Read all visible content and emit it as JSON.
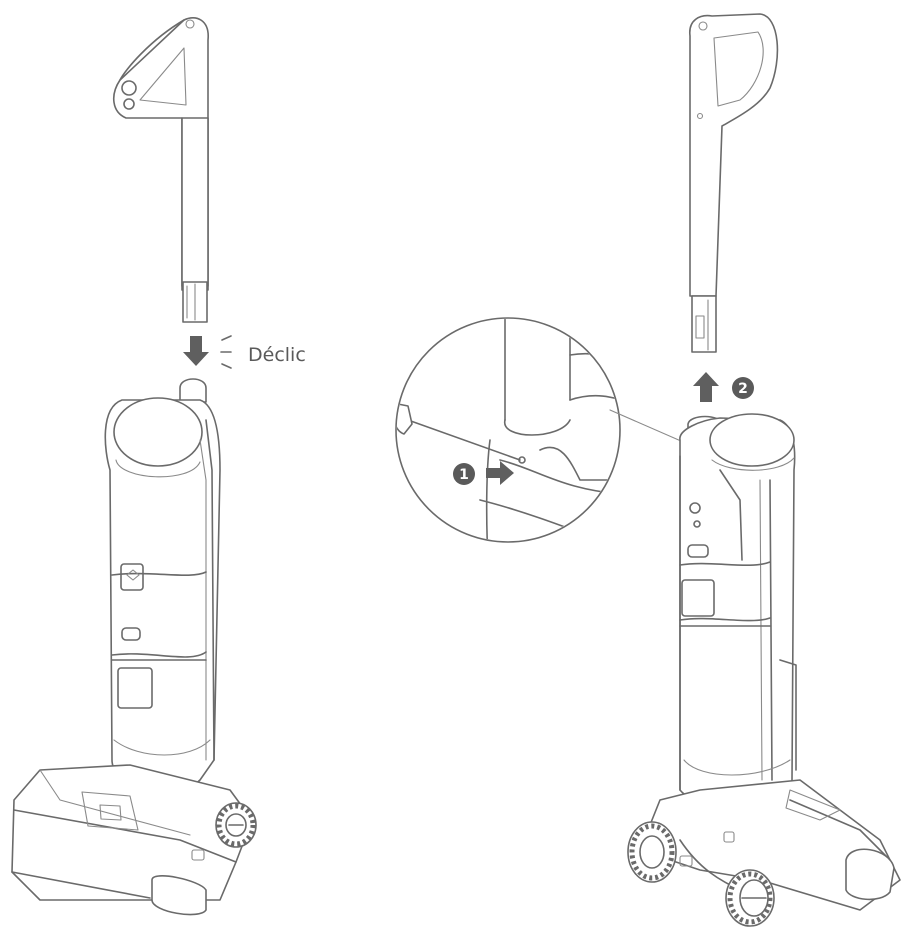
{
  "labels": {
    "click": "Déclic",
    "step1": "1",
    "step2": "2"
  },
  "colors": {
    "line": "#6a6a6a",
    "arrow": "#5f5f5f",
    "badge": "#5a5a5a"
  },
  "icons": {
    "down_arrow": "arrow-down-icon",
    "up_arrow": "arrow-up-icon",
    "right_arrow": "arrow-right-icon",
    "click_lines": "click-sound-icon"
  }
}
